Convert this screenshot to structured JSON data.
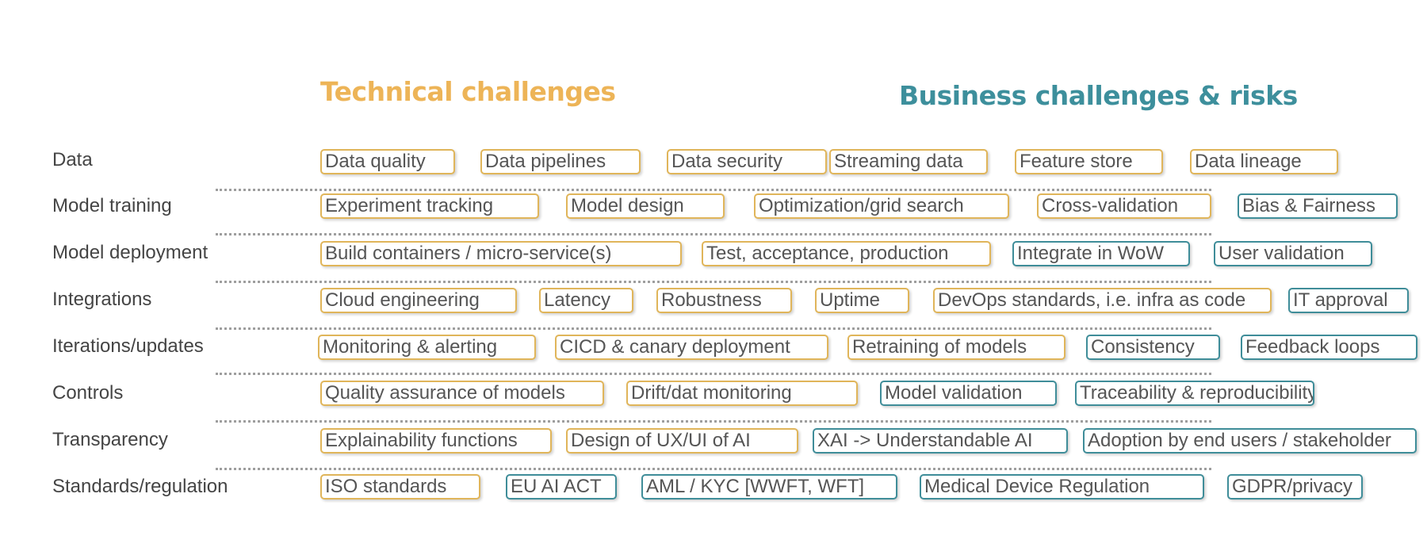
{
  "colors": {
    "technical": "#edb457",
    "business": "#3d8f9c",
    "technical_border": "#e0b55a",
    "business_border": "#3f8d99"
  },
  "headings": {
    "technical": "Technical challenges",
    "business": "Business challenges & risks"
  },
  "rows": [
    {
      "label": "Data",
      "tags": [
        {
          "text": "Data quality",
          "kind": "tech"
        },
        {
          "text": "Data pipelines",
          "kind": "tech"
        },
        {
          "text": "Data security",
          "kind": "tech"
        },
        {
          "text": "Streaming data",
          "kind": "tech"
        },
        {
          "text": "Feature store",
          "kind": "tech"
        },
        {
          "text": "Data lineage",
          "kind": "tech"
        }
      ]
    },
    {
      "label": "Model training",
      "tags": [
        {
          "text": "Experiment tracking",
          "kind": "tech"
        },
        {
          "text": "Model design",
          "kind": "tech"
        },
        {
          "text": "Optimization/grid search",
          "kind": "tech"
        },
        {
          "text": "Cross-validation",
          "kind": "tech"
        },
        {
          "text": "Bias & Fairness",
          "kind": "biz"
        }
      ]
    },
    {
      "label": "Model deployment",
      "tags": [
        {
          "text": "Build containers / micro-service(s)",
          "kind": "tech"
        },
        {
          "text": "Test, acceptance, production",
          "kind": "tech"
        },
        {
          "text": "Integrate in WoW",
          "kind": "biz"
        },
        {
          "text": "User validation",
          "kind": "biz"
        }
      ]
    },
    {
      "label": "Integrations",
      "tags": [
        {
          "text": "Cloud engineering",
          "kind": "tech"
        },
        {
          "text": "Latency",
          "kind": "tech"
        },
        {
          "text": "Robustness",
          "kind": "tech"
        },
        {
          "text": "Uptime",
          "kind": "tech"
        },
        {
          "text": "DevOps standards, i.e. infra as code",
          "kind": "tech"
        },
        {
          "text": "IT approval",
          "kind": "biz"
        }
      ]
    },
    {
      "label": "Iterations/updates",
      "tags": [
        {
          "text": "Monitoring & alerting",
          "kind": "tech"
        },
        {
          "text": "CICD & canary deployment",
          "kind": "tech"
        },
        {
          "text": "Retraining of models",
          "kind": "tech"
        },
        {
          "text": "Consistency",
          "kind": "biz"
        },
        {
          "text": "Feedback loops",
          "kind": "biz"
        }
      ]
    },
    {
      "label": "Controls",
      "tags": [
        {
          "text": "Quality assurance of models",
          "kind": "tech"
        },
        {
          "text": "Drift/dat monitoring",
          "kind": "tech"
        },
        {
          "text": "Model validation",
          "kind": "biz"
        },
        {
          "text": "Traceability & reproducibility",
          "kind": "biz"
        }
      ]
    },
    {
      "label": "Transparency",
      "tags": [
        {
          "text": "Explainability functions",
          "kind": "tech"
        },
        {
          "text": "Design of UX/UI of AI",
          "kind": "tech"
        },
        {
          "text": "XAI -> Understandable AI",
          "kind": "biz"
        },
        {
          "text": "Adoption by end users / stakeholder",
          "kind": "biz"
        }
      ]
    },
    {
      "label": "Standards/regulation",
      "tags": [
        {
          "text": "ISO standards",
          "kind": "tech"
        },
        {
          "text": "EU AI ACT",
          "kind": "biz"
        },
        {
          "text": "AML / KYC [WWFT, WFT]",
          "kind": "biz"
        },
        {
          "text": "Medical Device Regulation",
          "kind": "biz"
        },
        {
          "text": "GDPR/privacy",
          "kind": "biz"
        }
      ]
    }
  ]
}
